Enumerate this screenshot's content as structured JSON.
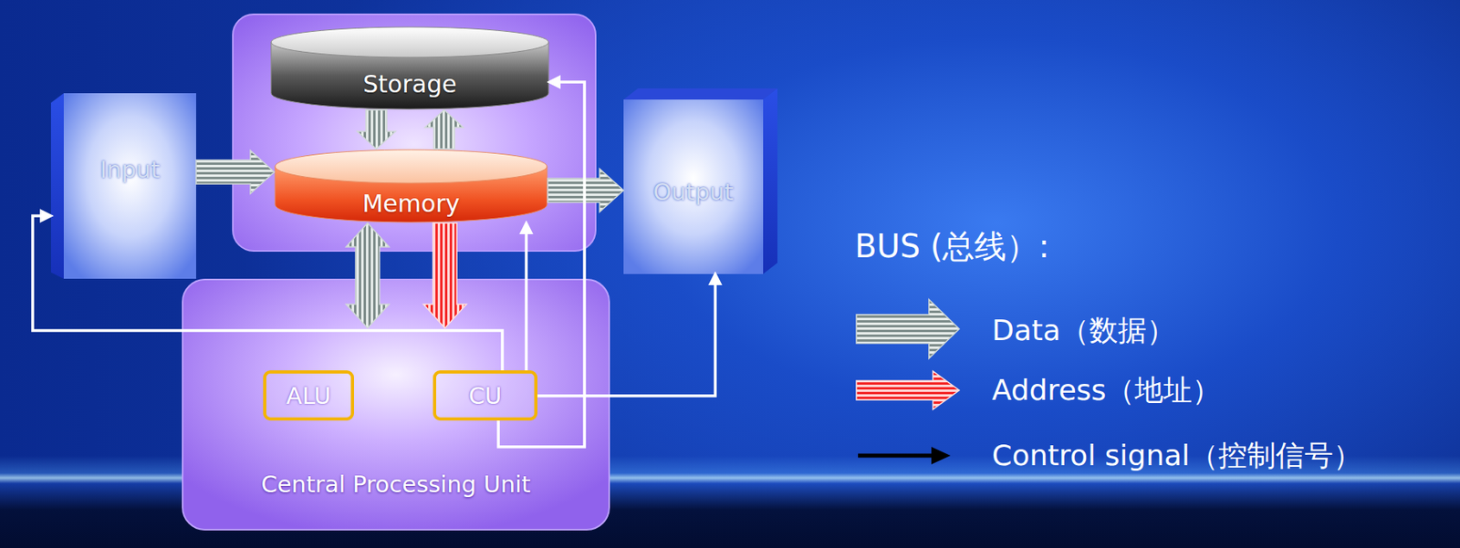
{
  "diagram": {
    "nodes": [
      {
        "text": [
          "Storage"
        ]
      },
      {
        "text": [
          "Input"
        ]
      },
      {
        "text": [
          "Memory"
        ]
      },
      {
        "text": [
          "Output"
        ]
      },
      {
        "text": [
          "Central Processing Unit"
        ]
      },
      {
        "text": [
          "ALU"
        ],
        "in": 4
      },
      {
        "text": [
          "CU"
        ],
        "in": 4
      }
    ],
    "edges": [
      {
        "from": 0,
        "to": 2,
        "arrow": "to"
      },
      {
        "from": 2,
        "to": 0,
        "arrow": "to"
      },
      {
        "from": 1,
        "to": 2,
        "arrow": "to"
      },
      {
        "from": 2,
        "to": 3,
        "arrow": "to"
      },
      {
        "from": 2,
        "to": 4,
        "arrow": "both"
      },
      {
        "from": 2,
        "to": 4,
        "arrow": "to"
      },
      {
        "from": 6,
        "to": 1,
        "arrow": "to"
      },
      {
        "from": 6,
        "to": 0,
        "arrow": "to"
      },
      {
        "from": 6,
        "to": 3,
        "arrow": "to"
      },
      {
        "from": 6,
        "to": 2,
        "arrow": "to"
      }
    ],
    "labels": [
      "BUS (总线）:"
    ],
    "legend": [
      {
        "text": "Data（数据）"
      },
      {
        "text": "Address（地址）"
      },
      {
        "text": "Control signal（控制信号）"
      }
    ]
  }
}
